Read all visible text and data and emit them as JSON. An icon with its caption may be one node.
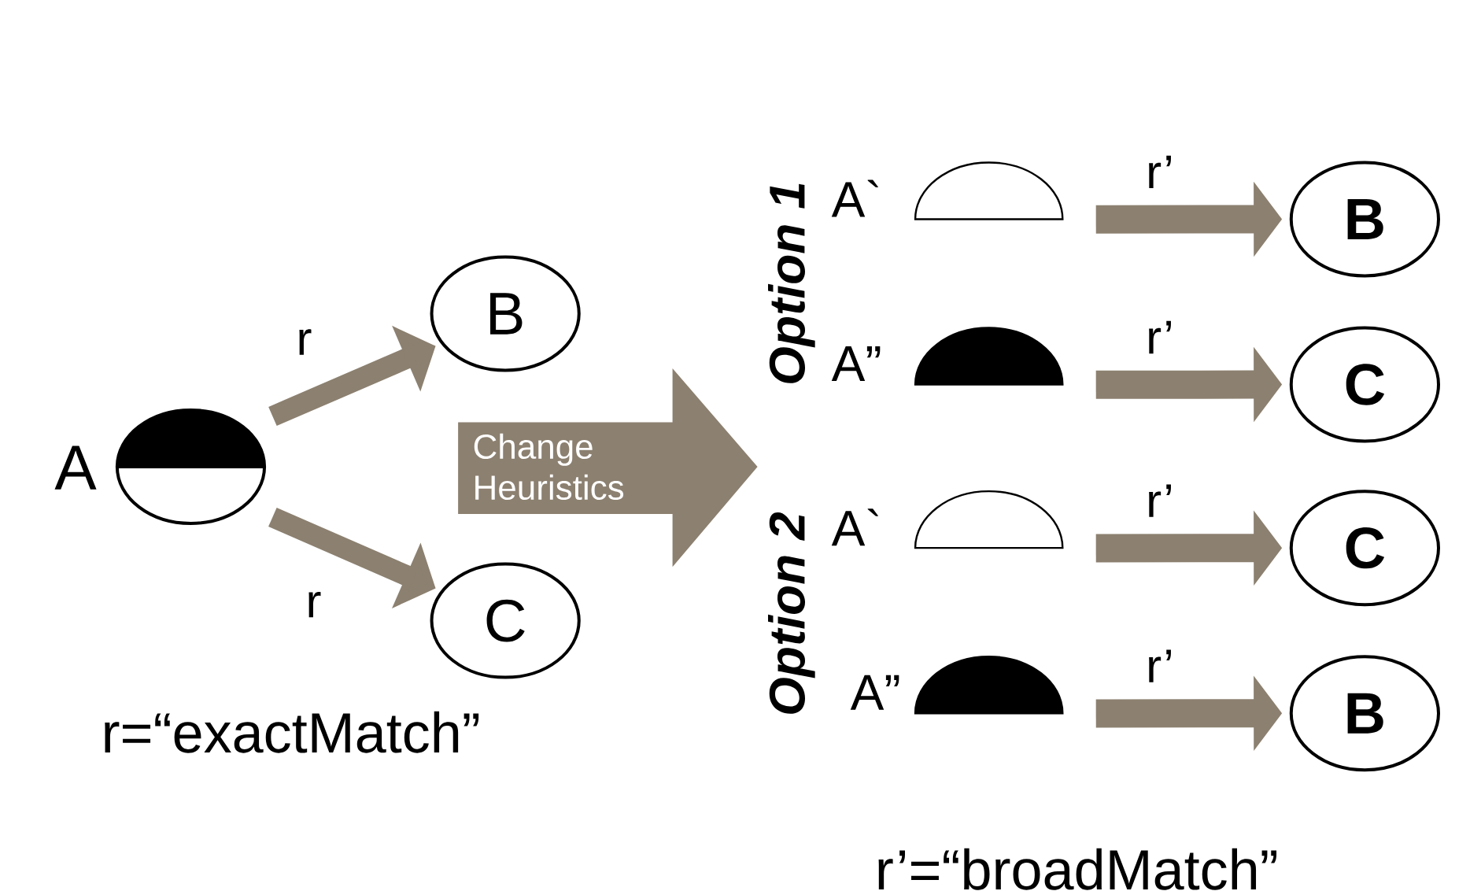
{
  "diagram": {
    "nodes": [
      {
        "text": [],
        "shape": "ellipse",
        "beside": [
          "A"
        ]
      },
      {
        "text": [
          "B"
        ]
      },
      {
        "text": [
          "C"
        ]
      },
      {
        "text": [
          "Change Heuristics"
        ]
      },
      {
        "text": [],
        "shape": "semicircle",
        "beside": [
          "A`"
        ]
      },
      {
        "text": [
          "B"
        ]
      },
      {
        "text": [],
        "shape": "semicircle",
        "beside": [
          "A”"
        ]
      },
      {
        "text": [
          "C"
        ]
      },
      {
        "text": [],
        "shape": "semicircle",
        "beside": [
          "A`"
        ]
      },
      {
        "text": [
          "C"
        ]
      },
      {
        "text": [],
        "shape": "semicircle",
        "beside": [
          "A”"
        ]
      },
      {
        "text": [
          "B"
        ]
      }
    ],
    "edges": [
      {
        "from": 0,
        "to": 1,
        "arrow": "to",
        "label": "r"
      },
      {
        "from": 0,
        "to": 2,
        "arrow": "to",
        "label": "r"
      },
      {
        "from": 4,
        "to": 5,
        "arrow": "to",
        "label": "r’"
      },
      {
        "from": 6,
        "to": 7,
        "arrow": "to",
        "label": "r’"
      },
      {
        "from": 8,
        "to": 9,
        "arrow": "to",
        "label": "r’"
      },
      {
        "from": 10,
        "to": 11,
        "arrow": "to",
        "label": "r’"
      }
    ],
    "labels": [
      "Option 1",
      "Option 2",
      "r=“exactMatch”",
      "r’=“broadMatch”"
    ]
  }
}
